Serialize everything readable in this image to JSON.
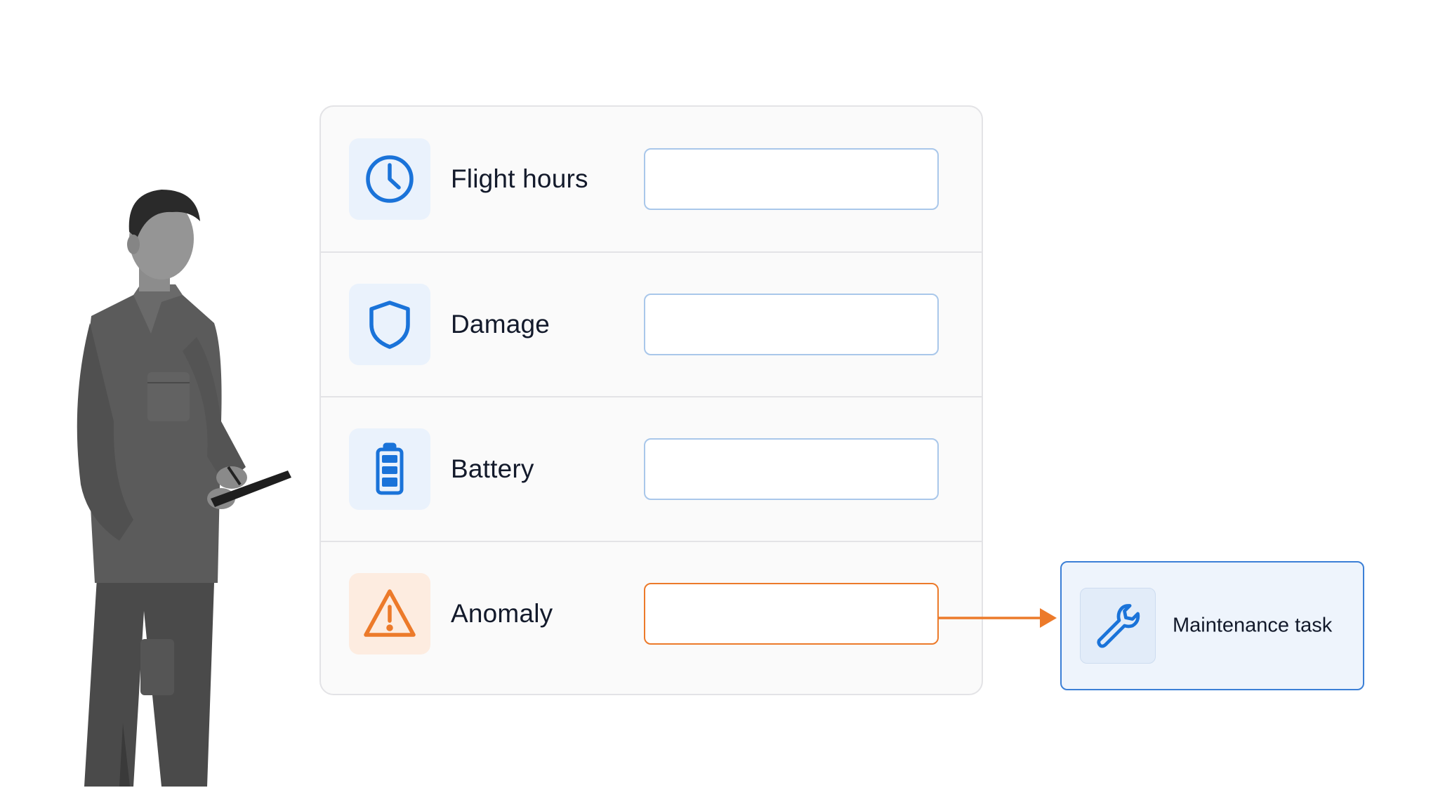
{
  "form": {
    "rows": [
      {
        "label": "Flight hours",
        "icon": "clock-icon",
        "value": "",
        "placeholder": ""
      },
      {
        "label": "Damage",
        "icon": "shield-icon",
        "value": "",
        "placeholder": ""
      },
      {
        "label": "Battery",
        "icon": "battery-icon",
        "value": "",
        "placeholder": ""
      },
      {
        "label": "Anomaly",
        "icon": "warning-icon",
        "value": "",
        "placeholder": ""
      }
    ]
  },
  "task": {
    "label": "Maintenance task",
    "icon": "wrench-icon"
  },
  "colors": {
    "accent_blue": "#1a73d9",
    "accent_orange": "#ec7a2a",
    "field_border": "#a9c7ea",
    "text": "#131a2b"
  }
}
